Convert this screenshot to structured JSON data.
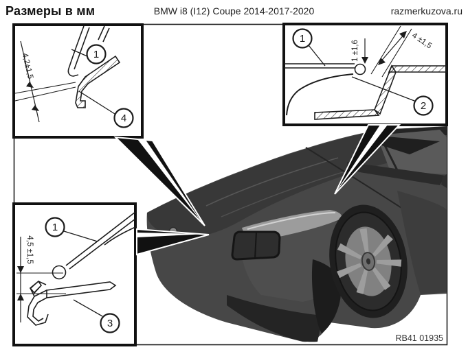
{
  "header": {
    "title": "Размеры в мм",
    "model": "BMW i8 (I12) Coupe 2014-2017-2020",
    "site": "razmerkuzova.ru"
  },
  "diagram": {
    "code": "RB41 01935",
    "insets": {
      "top_left": {
        "dim": "4,2±1,5",
        "callout_a": "1",
        "callout_b": "4"
      },
      "top_right": {
        "dim_gap": "1 ±1,6",
        "dim_flush": "4 ±1,5",
        "callout_a": "1",
        "callout_b": "2"
      },
      "bottom_left": {
        "dim": "4,5 ±1,5",
        "callout_a": "1",
        "callout_b": "3"
      }
    },
    "colors": {
      "line": "#1c1c1c",
      "car_body": "#474747",
      "car_dark": "#2a2a2a",
      "highlight": "#9c9c9c",
      "background": "#ffffff"
    }
  }
}
